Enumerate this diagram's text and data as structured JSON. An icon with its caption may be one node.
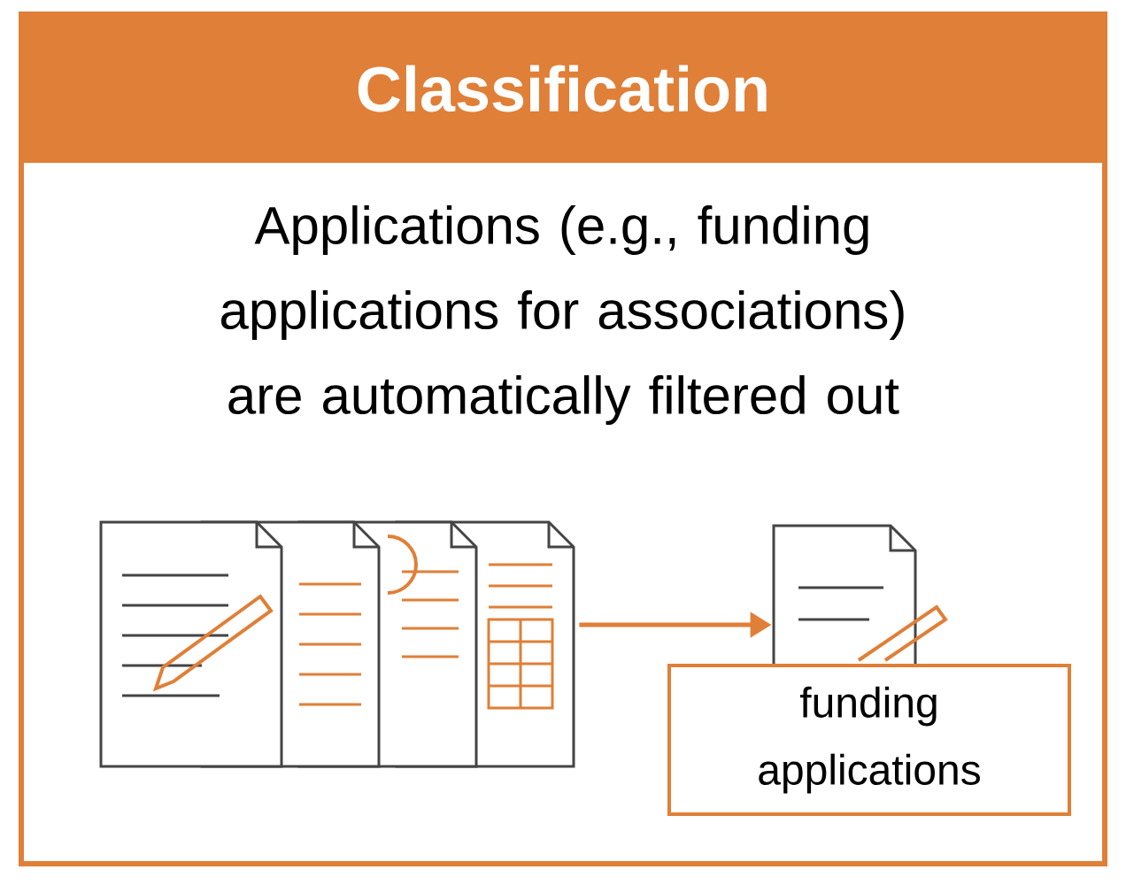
{
  "diagram": {
    "title": "Classification",
    "nodes": [
      {
        "text": [],
        "shape": "document"
      },
      {
        "text": [],
        "shape": "document"
      },
      {
        "text": [
          "funding applications"
        ]
      }
    ],
    "edges": [
      {
        "from": 0,
        "to": 1,
        "arrow": "to"
      }
    ],
    "labels": [
      "Applications (e.g., funding applications for associations) are automatically filtered out"
    ]
  }
}
